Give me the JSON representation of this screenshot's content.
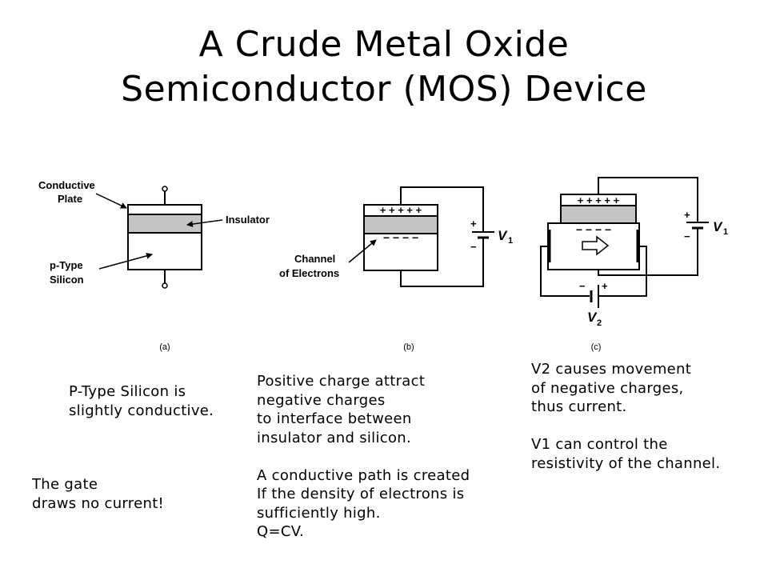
{
  "title": {
    "line1": "A Crude Metal Oxide",
    "line2": "Semiconductor (MOS) Device"
  },
  "diagram": {
    "a": {
      "label_plate_1": "Conductive",
      "label_plate_2": "Plate",
      "label_insulator": "Insulator",
      "label_silicon_1": "p-Type",
      "label_silicon_2": "Silicon",
      "caption": "(a)"
    },
    "b": {
      "plate_charges": "+ + + + +",
      "channel_charges": "− − − −",
      "label_channel_1": "Channel",
      "label_channel_2": "of Electrons",
      "battery_plus": "+",
      "battery_minus": "−",
      "battery_label": "V",
      "battery_sub": "1",
      "caption": "(b)"
    },
    "c": {
      "plate_charges": "+ + + + +",
      "channel_charges": "−  −  −  −",
      "battery1_plus": "+",
      "battery1_minus": "−",
      "battery1_label": "V",
      "battery1_sub": "1",
      "battery2_minus": "−",
      "battery2_plus": "+",
      "battery2_label": "V",
      "battery2_sub": "2",
      "caption": "(c)"
    }
  },
  "notes": {
    "silicon": "P-Type Silicon is\nslightly conductive.",
    "gate": "The gate\ndraws no current!",
    "charge": "Positive charge attract\nnegative charges\nto interface between\ninsulator and silicon.\n\nA conductive path is created\nIf the density of electrons is\nsufficiently high.\nQ=CV.",
    "v2": "V2 causes movement\nof negative charges,\nthus current.\n\nV1 can control the\nresistivity of the channel."
  }
}
